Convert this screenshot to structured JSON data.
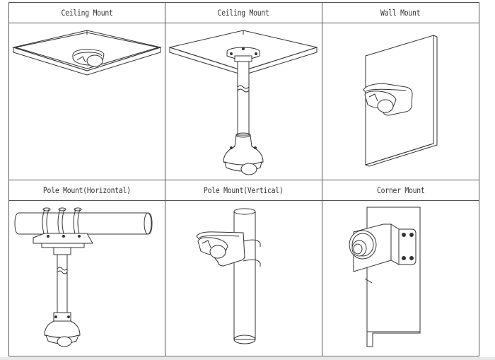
{
  "table": {
    "rows": [
      {
        "cells": [
          {
            "label": "Ceiling Mount",
            "illustration": "dome-camera-on-ceiling"
          },
          {
            "label": "Ceiling Mount",
            "illustration": "dome-camera-on-pendant-pole-from-ceiling"
          },
          {
            "label": "Wall Mount",
            "illustration": "dome-camera-on-wall-bracket"
          }
        ]
      },
      {
        "cells": [
          {
            "label": "Pole Mount(Horizontal)",
            "illustration": "dome-camera-hanging-from-horizontal-pole"
          },
          {
            "label": "Pole Mount(Vertical)",
            "illustration": "dome-camera-on-vertical-pole-bracket"
          },
          {
            "label": "Corner Mount",
            "illustration": "dome-camera-on-corner-bracket"
          }
        ]
      }
    ]
  }
}
